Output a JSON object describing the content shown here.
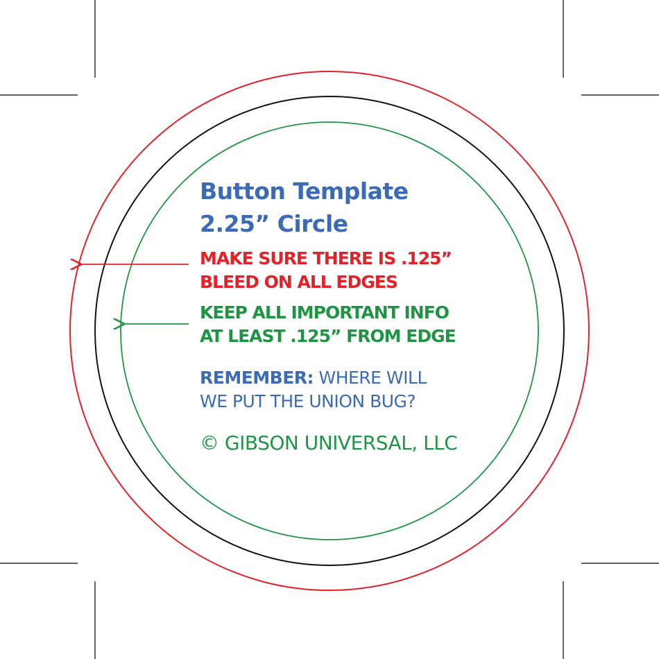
{
  "colors": {
    "title": "#3a6bb4",
    "bleed": "#e32129",
    "safe": "#1f9444",
    "trim": "#111111",
    "remember": "#3a6bb4",
    "copyright": "#1f9444",
    "crop_marks": "#000000"
  },
  "title": {
    "line1": "Button Template",
    "line2": "2.25” Circle"
  },
  "bleed_note": {
    "line1": "MAKE SURE THERE IS .125”",
    "line2": "BLEED ON ALL EDGES"
  },
  "safe_note": {
    "line1": "KEEP ALL IMPORTANT INFO",
    "line2": "AT LEAST .125” FROM EDGE"
  },
  "remember_note": {
    "label": "REMEMBER:",
    "line1_rest": " WHERE WILL",
    "line2": "WE PUT THE UNION BUG?"
  },
  "copyright": "© GIBSON UNIVERSAL, LLC"
}
